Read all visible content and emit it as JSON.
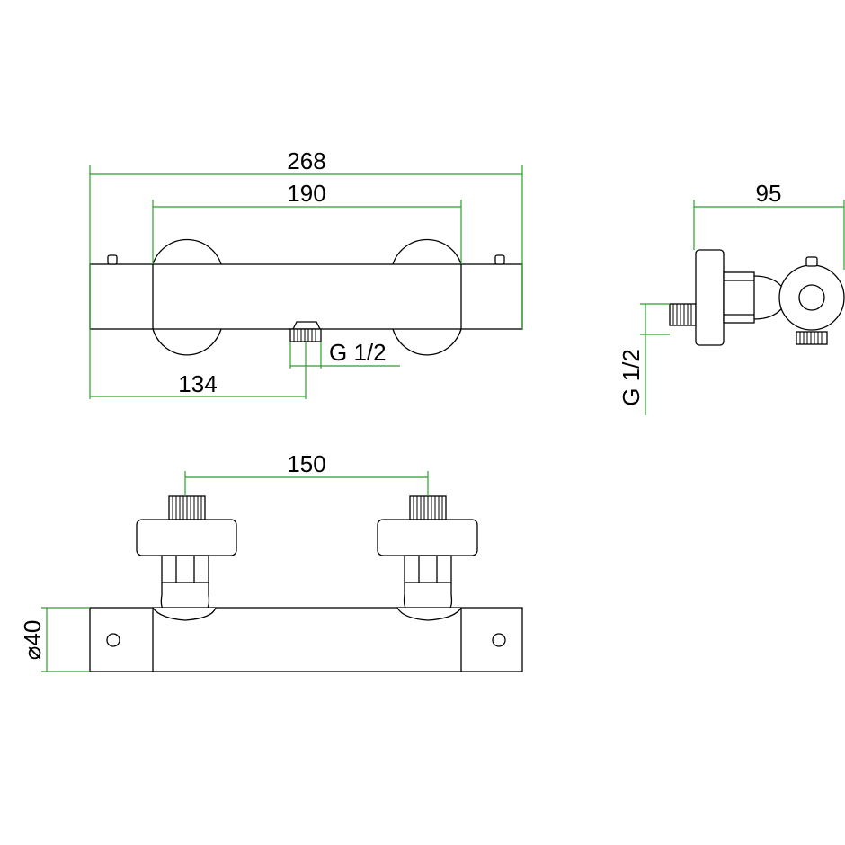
{
  "colors": {
    "dimension": "#2aa02a",
    "outline": "#000000",
    "background": "#ffffff"
  },
  "dimensions": {
    "overall_length": "268",
    "inlet_span_top": "190",
    "outlet_offset": "134",
    "outlet_thread": "G 1/2",
    "side_depth": "95",
    "side_thread": "G 1/2",
    "inlet_span_bottom": "150",
    "body_diameter": "⌀40"
  }
}
